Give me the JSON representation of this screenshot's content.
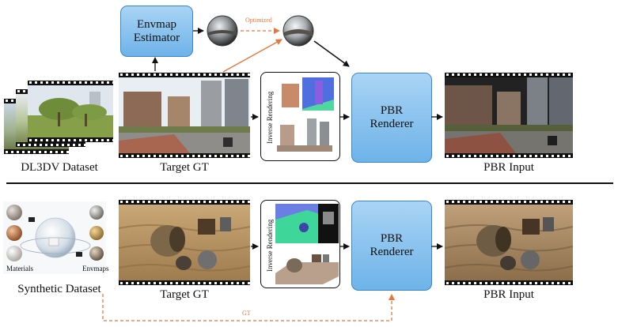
{
  "top": {
    "envmap_estimator": "Envmap\nEstimator",
    "optimized_label": "Optimized",
    "dataset_caption": "DL3DV Dataset",
    "target_caption": "Target GT",
    "inverse_rendering": "Inverse Rendering",
    "renderer": "PBR\nRenderer",
    "pbr_caption": "PBR Input"
  },
  "bottom": {
    "materials_label": "Materials",
    "envmaps_label": "Envmaps",
    "dataset_caption": "Synthetic Dataset",
    "target_caption": "Target GT",
    "inverse_rendering": "Inverse Rendering",
    "renderer": "PBR\nRenderer",
    "pbr_caption": "PBR Input",
    "gt_label": "GT"
  },
  "colors": {
    "accent_orange": "#e8763a",
    "box_blue": "#6eb3e8",
    "arrow_black": "#111111"
  }
}
